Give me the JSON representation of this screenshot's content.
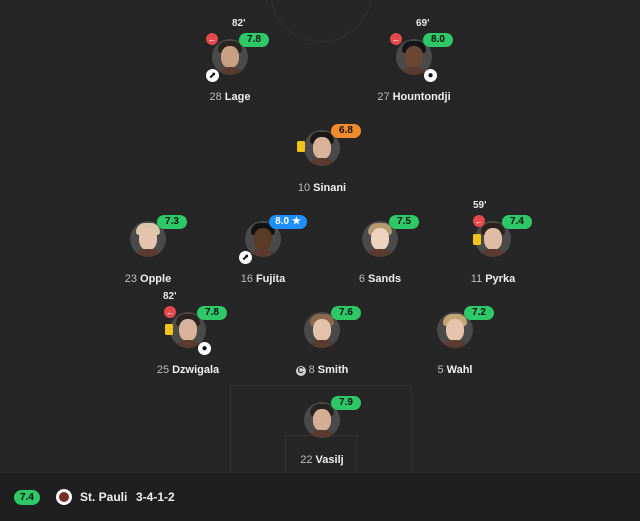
{
  "team": {
    "rating": "7.4",
    "name": "St. Pauli",
    "formation": "3-4-1-2"
  },
  "players": {
    "lage": {
      "number": "28",
      "name": "Lage",
      "rating": "7.8",
      "sub_time": "82'"
    },
    "hountondji": {
      "number": "27",
      "name": "Hountondji",
      "rating": "8.0",
      "sub_time": "69'"
    },
    "sinani": {
      "number": "10",
      "name": "Sinani",
      "rating": "6.8"
    },
    "opple": {
      "number": "23",
      "name": "Opple",
      "rating": "7.3"
    },
    "fujita": {
      "number": "16",
      "name": "Fujita",
      "rating": "8.0 ★"
    },
    "sands": {
      "number": "6",
      "name": "Sands",
      "rating": "7.5"
    },
    "pyrka": {
      "number": "11",
      "name": "Pyrka",
      "rating": "7.4",
      "sub_time": "59'"
    },
    "dzwigala": {
      "number": "25",
      "name": "Dzwigala",
      "rating": "7.8",
      "sub_time": "82'"
    },
    "smith": {
      "number": "8",
      "name": "Smith",
      "rating": "7.6",
      "captain_mark": "C"
    },
    "wahl": {
      "number": "5",
      "name": "Wahl",
      "rating": "7.2"
    },
    "vasilj": {
      "number": "22",
      "name": "Vasilj",
      "rating": "7.9"
    }
  },
  "icons": {
    "substitution": "sub-off-icon",
    "yellow_card": "yellow-card-icon",
    "goal": "ball-icon",
    "assist": "boot-icon"
  },
  "colors": {
    "rating_green": "#2ec866",
    "rating_orange": "#f08c2e",
    "rating_blue": "#1f8fff",
    "sub_red": "#e5484d",
    "yellow_card": "#f2c31b"
  }
}
